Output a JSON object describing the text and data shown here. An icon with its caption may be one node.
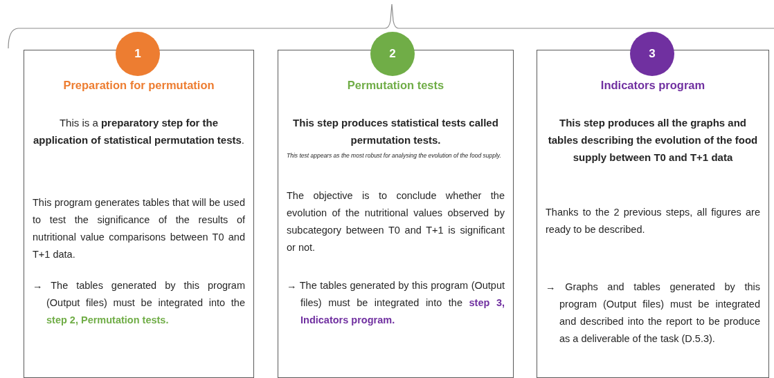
{
  "diagram": {
    "nodes": [
      {
        "text": [
          "1"
        ]
      },
      {
        "text": [
          "Preparation for permutation",
          "This is a **preparatory step for the application of statistical permutation tests**.",
          "This program generates tables that will be used to test the significance of the results of nutritional value comparisons between T0 and T+1 data.",
          "→ The tables generated by this program (Output files) must be integrated into the **step 2, Permutation tests.**"
        ]
      },
      {
        "text": [
          "2"
        ]
      },
      {
        "text": [
          "Permutation tests",
          "This step produces statistical tests called permutation tests.",
          "This test appears as the most robust for analysing the evolution of the food supply.",
          "The objective is to conclude whether the evolution of the nutritional values observed by subcategory between T0 and T+1 is significant or not.",
          "→ The tables generated by this program (Output files) must be integrated into the **step 3, Indicators program.**"
        ]
      },
      {
        "text": [
          "3"
        ]
      },
      {
        "text": [
          "Indicators program",
          "This step produces all the graphs and tables describing the evolution of the food supply between T0 and T+1 data",
          "Thanks to the 2 previous steps, all figures are ready to be described.",
          "→ Graphs and tables generated by this program (Output files) must be integrated and described into the report to be produce as a deliverable of the task (D.5.3)."
        ]
      }
    ]
  }
}
